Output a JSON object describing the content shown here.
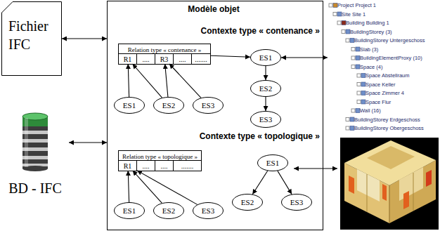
{
  "diagram": {
    "nodes": [
      {
        "text": [
          "Fichier IFC"
        ]
      },
      {
        "text": [
          "BD - IFC"
        ]
      },
      {
        "text": [
          "Modèle objet",
          "Contexte type « contenance »",
          "Contexte type « topologique »"
        ]
      },
      {
        "text": [
          "Relation type « contenance »"
        ],
        "in": 2
      },
      {
        "text": [
          "R1"
        ],
        "in": 3
      },
      {
        "text": [
          "...."
        ],
        "in": 3
      },
      {
        "text": [
          "R3"
        ],
        "in": 3
      },
      {
        "text": [
          "...."
        ],
        "in": 3
      },
      {
        "text": [
          "......."
        ],
        "in": 3
      },
      {
        "text": [
          "ES1"
        ],
        "in": 2
      },
      {
        "text": [
          "ES2"
        ],
        "in": 2
      },
      {
        "text": [
          "ES3"
        ],
        "in": 2
      },
      {
        "text": [
          "ES1"
        ],
        "in": 2
      },
      {
        "text": [
          "ES2"
        ],
        "in": 2
      },
      {
        "text": [
          "ES3"
        ],
        "in": 2
      },
      {
        "text": [
          "Relation type « topologique »"
        ],
        "in": 2
      },
      {
        "text": [
          "R1"
        ],
        "in": 15
      },
      {
        "text": [
          "...."
        ],
        "in": 15
      },
      {
        "text": [
          "...."
        ],
        "in": 15
      },
      {
        "text": [
          "......."
        ],
        "in": 15
      },
      {
        "text": [
          "ES1"
        ],
        "in": 2
      },
      {
        "text": [
          "ES2"
        ],
        "in": 2
      },
      {
        "text": [
          "ES3"
        ],
        "in": 2
      },
      {
        "text": [
          "ES1"
        ],
        "in": 2
      },
      {
        "text": [
          "ES2"
        ],
        "in": 2
      },
      {
        "text": [
          "ES3"
        ],
        "in": 2
      },
      {
        "text": [
          "Project Project 1",
          "Site Site 1",
          "Building Building 1",
          "BuildingStorey (3)",
          "BuildingStorey Untergeschoss",
          "Slab (3)",
          "BuildingElementProxy (10)",
          "Space (4)",
          "Space Abstellraum",
          "Space Keller",
          "Space Zimmer 4",
          "Space Flur",
          "Wall (16)",
          "BuildingStorey Erdgeschoss",
          "BuildingStorey Obergeschoss"
        ]
      }
    ],
    "edges": [
      {
        "from": 0,
        "to": 2,
        "arrow": "both"
      },
      {
        "from": 1,
        "to": 2,
        "arrow": "both"
      },
      {
        "from": 9,
        "to": 4,
        "arrow": "to"
      },
      {
        "from": 10,
        "to": 4,
        "arrow": "to"
      },
      {
        "from": 10,
        "to": 6,
        "arrow": "to"
      },
      {
        "from": 11,
        "to": 6,
        "arrow": "to"
      },
      {
        "from": 3,
        "to": 12,
        "arrow": "to"
      },
      {
        "from": 12,
        "to": 13,
        "arrow": "to"
      },
      {
        "from": 13,
        "to": 14,
        "arrow": "to"
      },
      {
        "from": 12,
        "to": 26,
        "arrow": "both"
      },
      {
        "from": 20,
        "to": 16,
        "arrow": "to"
      },
      {
        "from": 21,
        "to": 16,
        "arrow": "to"
      },
      {
        "from": 22,
        "to": 16,
        "arrow": "to"
      },
      {
        "from": 23,
        "to": 24,
        "arrow": "to"
      },
      {
        "from": 23,
        "to": 25,
        "arrow": "to"
      }
    ]
  }
}
